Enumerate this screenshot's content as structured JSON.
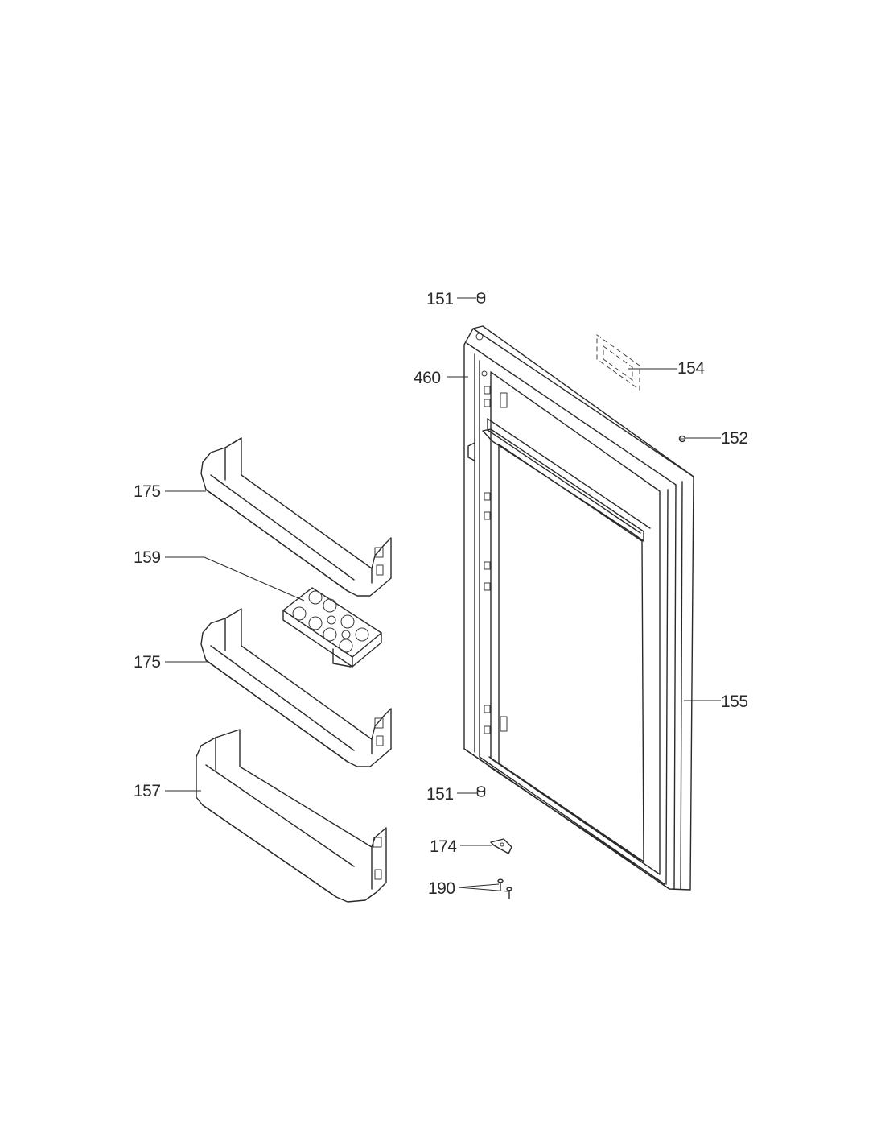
{
  "callouts": {
    "c151_top": "151",
    "c460": "460",
    "c154": "154",
    "c152": "152",
    "c175_upper": "175",
    "c159": "159",
    "c175_lower": "175",
    "c155": "155",
    "c157": "157",
    "c151_bottom": "151",
    "c174": "174",
    "c190": "190"
  }
}
